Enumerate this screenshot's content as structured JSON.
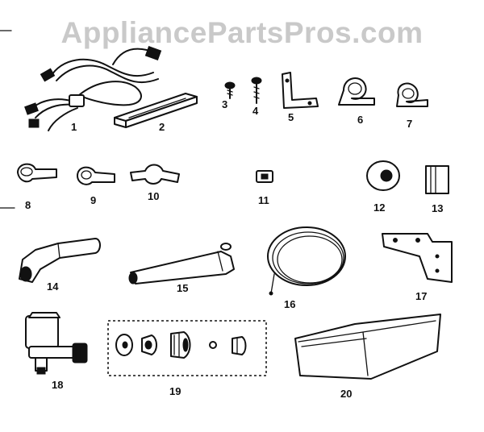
{
  "watermark": "AppliancePartsPros.com",
  "labels": {
    "p1": "1",
    "p2": "2",
    "p3": "3",
    "p4": "4",
    "p5": "5",
    "p6": "6",
    "p7": "7",
    "p8": "8",
    "p9": "9",
    "p10": "10",
    "p11": "11",
    "p12": "12",
    "p13": "13",
    "p14": "14",
    "p15": "15",
    "p16": "16",
    "p17": "17",
    "p18": "18",
    "p19": "19",
    "p20": "20"
  }
}
